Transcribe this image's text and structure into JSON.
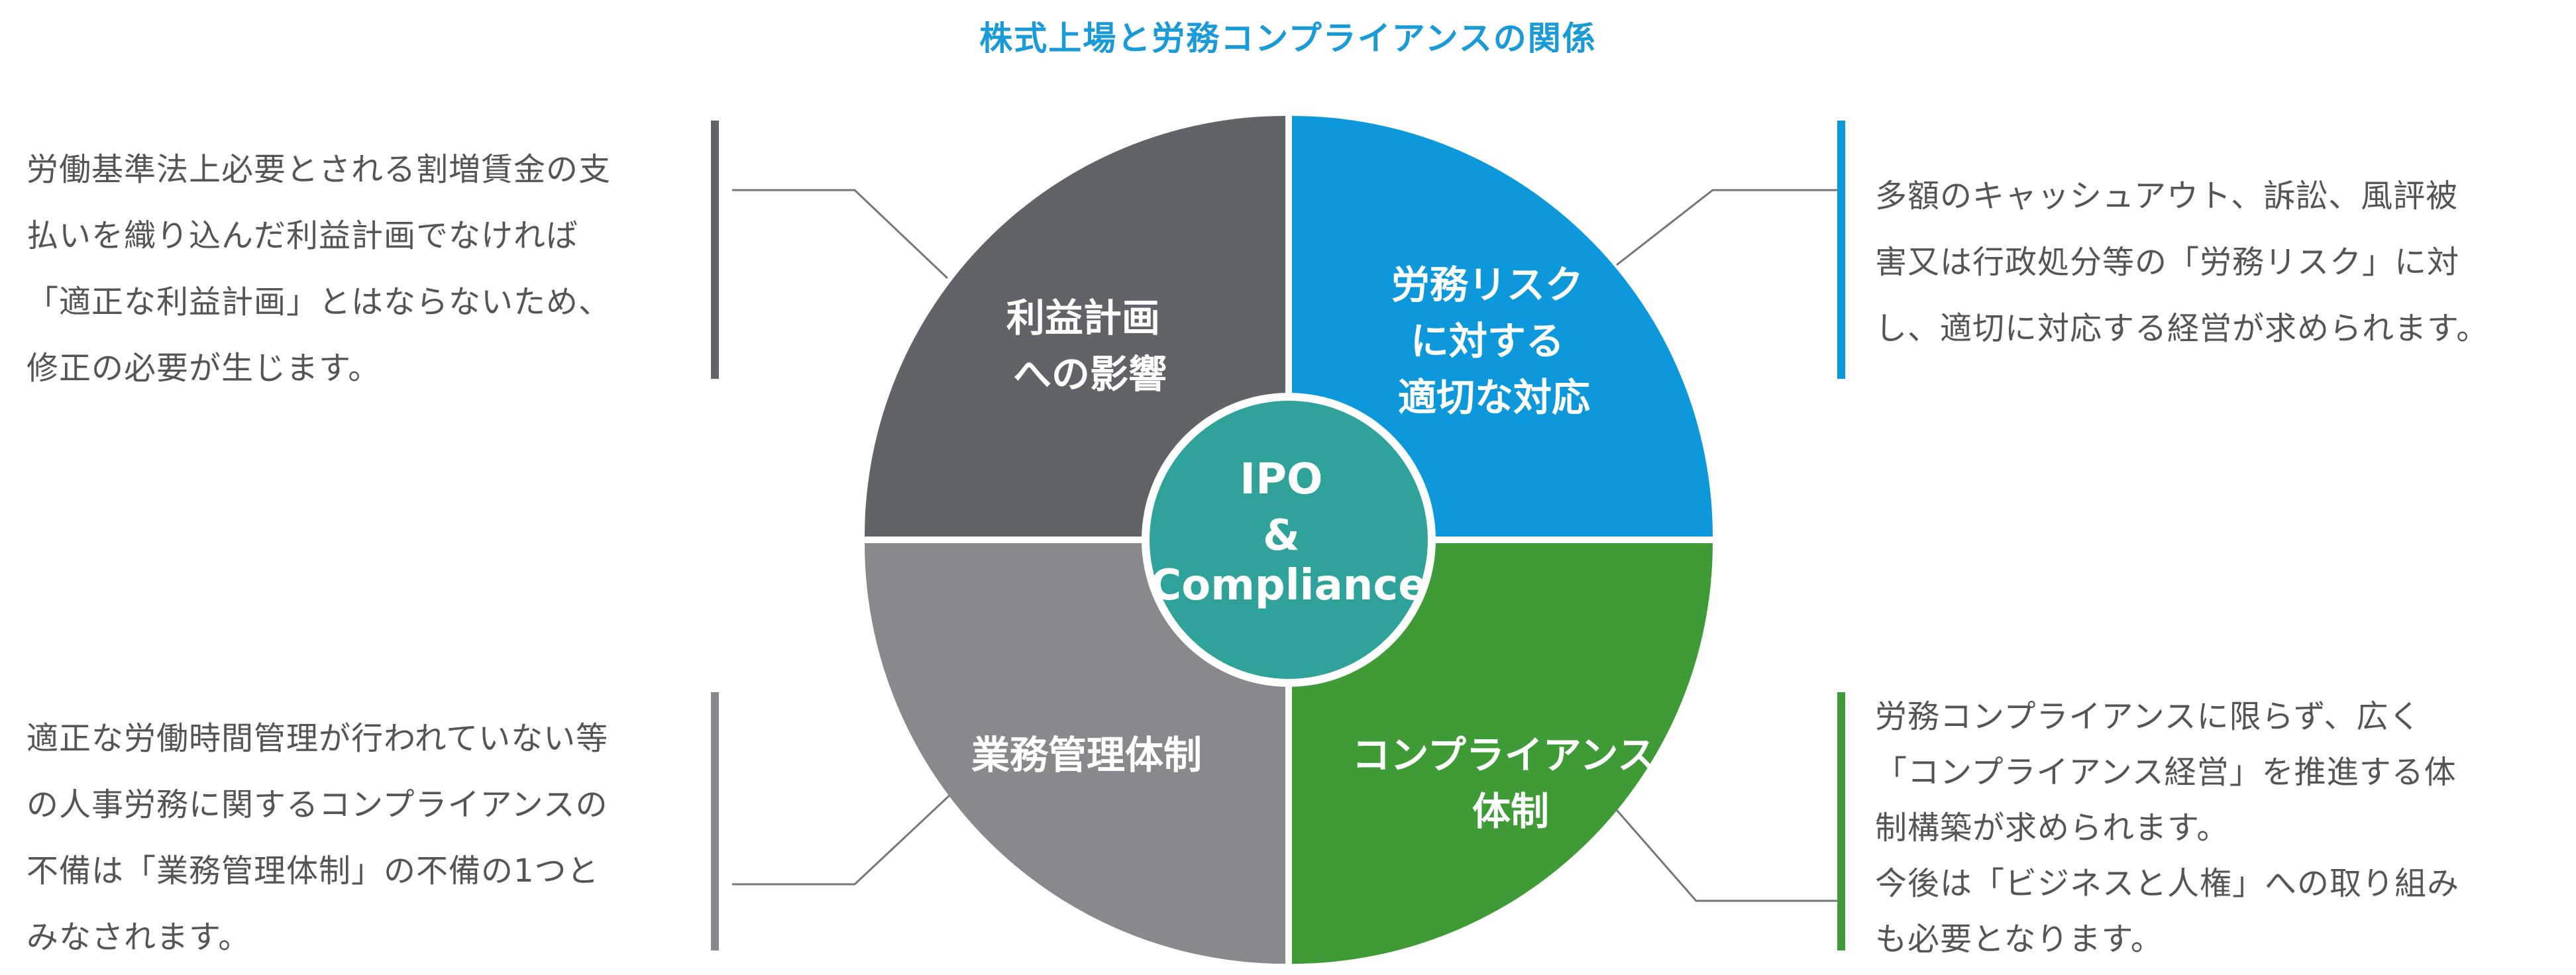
{
  "title": "株式上場と労務コンプライアンスの関係",
  "colors": {
    "title": "#1a9ad6",
    "top_left": "#606368",
    "top_right": "#0c98da",
    "bottom_left": "#87898c",
    "bottom_right": "#3f9b35",
    "center": "#2fa39a",
    "note_text": "#555555",
    "leader": "#777777"
  },
  "center": {
    "lines": [
      "IPO",
      "&",
      "Compliance"
    ]
  },
  "quadrants": {
    "top_left": {
      "lines": [
        "利益計画",
        "への影響"
      ]
    },
    "top_right": {
      "lines": [
        "労務リスク",
        "に対する",
        "適切な対応"
      ]
    },
    "bottom_left": {
      "lines": [
        "業務管理体制"
      ]
    },
    "bottom_right": {
      "lines": [
        "コンプライアンス",
        "体制"
      ]
    }
  },
  "notes": {
    "top_left": {
      "lines": [
        "労働基準法上必要とされる割増賃金の支",
        "払いを織り込んだ利益計画でなければ",
        "「適正な利益計画」とはならないため、",
        "修正の必要が生じます。"
      ]
    },
    "top_right": {
      "lines": [
        "多額のキャッシュアウト、訴訟、風評被",
        "害又は行政処分等の「労務リスク」に対",
        "し、適切に対応する経営が求められます。"
      ]
    },
    "bottom_left": {
      "lines": [
        "適正な労働時間管理が行われていない等",
        "の人事労務に関するコンプライアンスの",
        "不備は「業務管理体制」の不備の1つと",
        "みなされます。"
      ]
    },
    "bottom_right": {
      "lines": [
        "労務コンプライアンスに限らず、広く",
        "「コンプライアンス経営」を推進する体",
        "制構築が求められます。",
        "今後は「ビジネスと人権」への取り組み",
        "も必要となります。"
      ]
    }
  }
}
